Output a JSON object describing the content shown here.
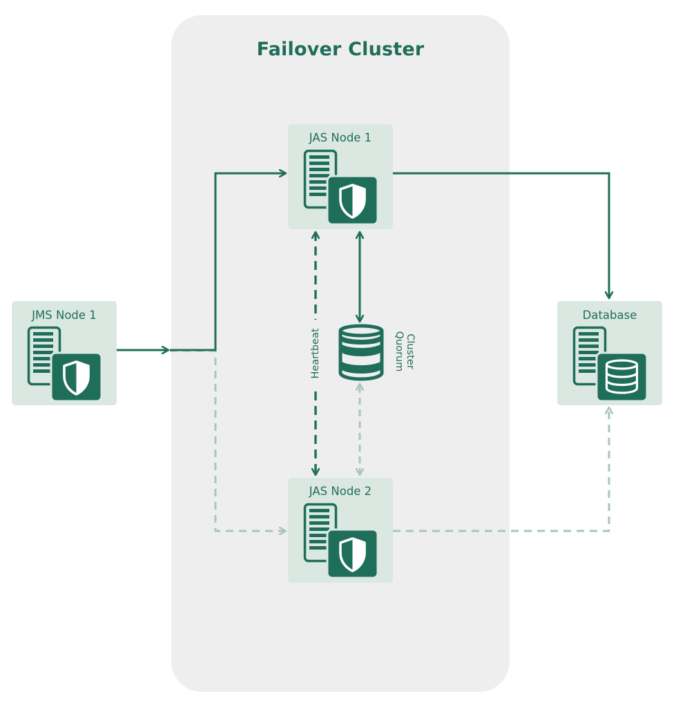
{
  "title": "Failover Cluster",
  "nodes": {
    "jms1": {
      "label": "JMS Node 1",
      "icon": "server-shield-icon"
    },
    "jas1": {
      "label": "JAS Node 1",
      "icon": "server-shield-icon"
    },
    "jas2": {
      "label": "JAS Node 2",
      "icon": "server-shield-icon"
    },
    "db": {
      "label": "Database",
      "icon": "server-database-icon"
    }
  },
  "quorum": {
    "line1": "Cluster",
    "line2": "Quorum",
    "icon": "database-cylinder-icon"
  },
  "connectors": {
    "heartbeat_label": "Heartbeat"
  },
  "colors": {
    "primary": "#1f6e5a",
    "inactive": "#a9c6bb",
    "node_bg": "#dbe8e1",
    "cluster_bg": "#eeeeee"
  }
}
